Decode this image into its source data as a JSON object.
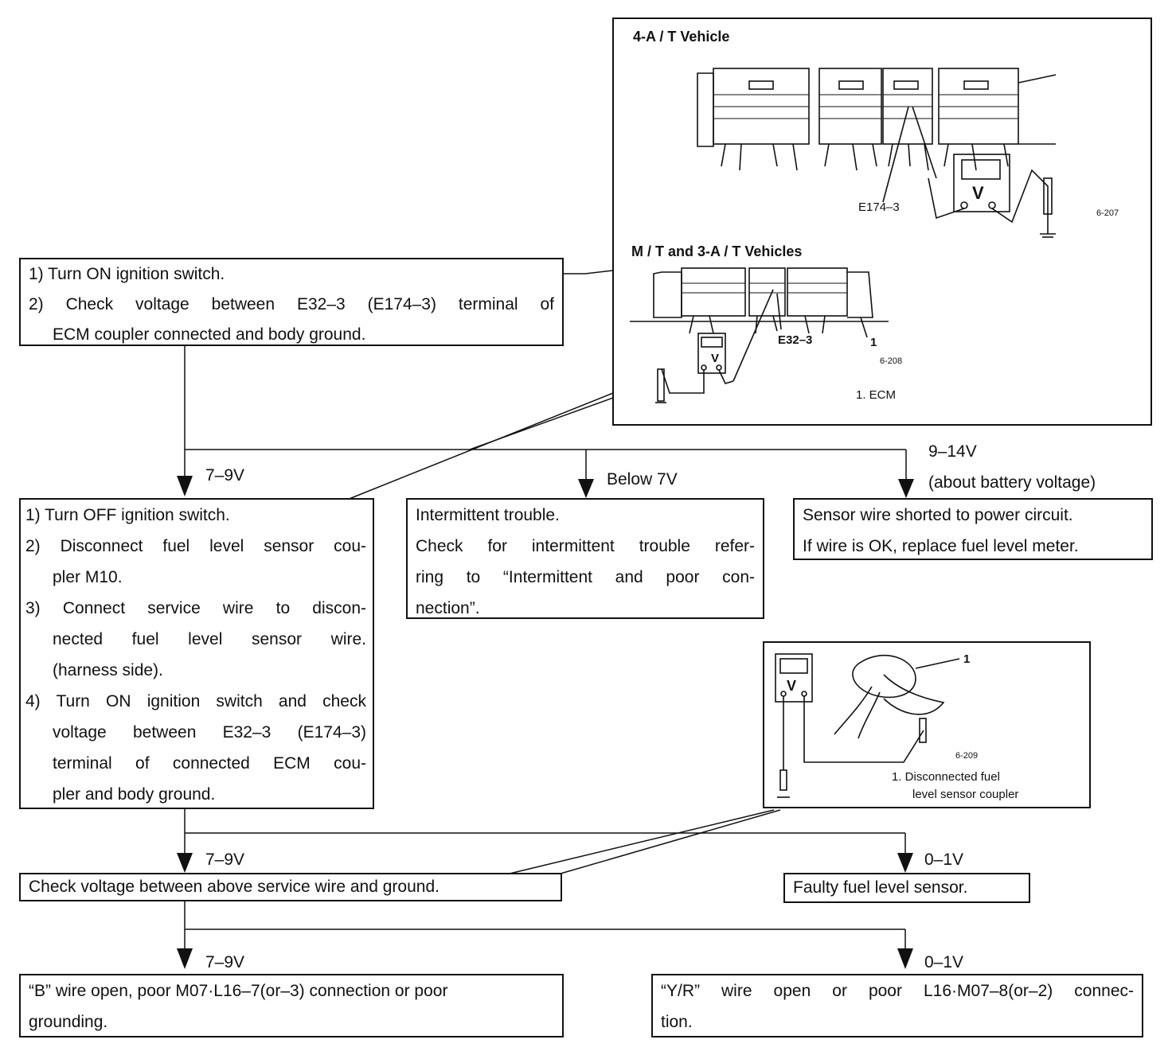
{
  "figure_ecm": {
    "heading_at": "4-A / T Vehicle",
    "label_e174": "E174–3",
    "code_207": "6-207",
    "heading_mt": "M / T and 3-A / T Vehicles",
    "label_e32": "E32–3",
    "callout_1": "1",
    "code_208": "6-208",
    "legend_1": "1.  ECM"
  },
  "figure_sensor": {
    "callout_1": "1",
    "code_209": "6-209",
    "legend_line1": "1.  Disconnected fuel",
    "legend_line2": "level sensor coupler"
  },
  "meter_glyph": "V",
  "step1": {
    "line1": "1) Turn ON ignition switch.",
    "line2": "2) Check voltage between E32–3 (E174–3) terminal of",
    "line3": "ECM coupler connected and body ground."
  },
  "branch1": {
    "left_label": "7–9V",
    "mid_label": "Below 7V",
    "right_label_1": "9–14V",
    "right_label_2": "(about battery voltage)"
  },
  "step2": {
    "l1": "1) Turn OFF ignition switch.",
    "l2a": "2) Disconnect fuel level sensor cou-",
    "l2b": "pler M10.",
    "l3a": "3) Connect service wire to discon-",
    "l3b": "nected fuel level sensor wire.",
    "l3c": "(harness side).",
    "l4a": "4) Turn ON ignition switch and check",
    "l4b": "voltage between E32–3 (E174–3)",
    "l4c": "terminal of connected ECM cou-",
    "l4d": "pler and body ground."
  },
  "intermittent": {
    "l1": "Intermittent trouble.",
    "l2": "Check for intermittent trouble refer-",
    "l3": "ring to “Intermittent and poor con-",
    "l4": "nection”."
  },
  "shorted": {
    "l1": "Sensor wire shorted to power circuit.",
    "l2": "If wire is OK, replace fuel level meter."
  },
  "branch2": {
    "left_label": "7–9V",
    "right_label": "0–1V"
  },
  "step3": {
    "text": "Check voltage between above service wire and ground."
  },
  "faulty": {
    "text": "Faulty fuel level sensor."
  },
  "branch3": {
    "left_label": "7–9V",
    "right_label": "0–1V"
  },
  "result_b": {
    "l1": "“B” wire open, poor M07·L16–7(or–3) connection or poor",
    "l2": "grounding."
  },
  "result_yr": {
    "l1": "“Y/R” wire open or poor L16·M07–8(or–2) connec-",
    "l2": "tion."
  }
}
